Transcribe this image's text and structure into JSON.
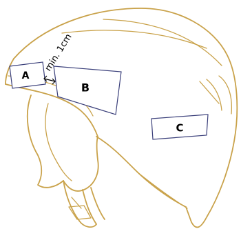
{
  "diagram": {
    "sticker_a": "A",
    "sticker_b": "B",
    "sticker_c": "C",
    "spacing_label": "min. 1cm"
  },
  "colors": {
    "helmet_outline": "#c9a24a",
    "sticker_border": "#3a3f7a",
    "arrow": "#000000"
  }
}
